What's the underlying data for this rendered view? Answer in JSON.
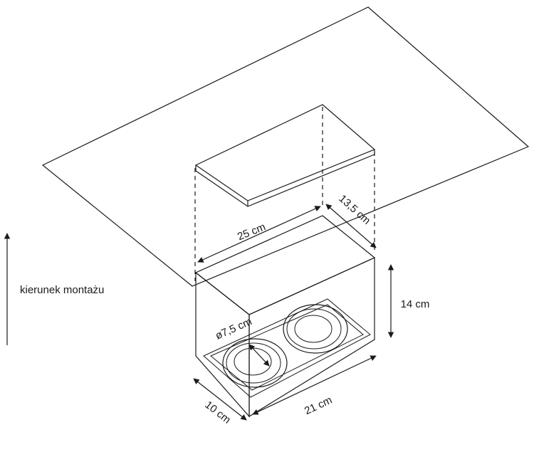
{
  "dimensions": {
    "width_label": "25 cm",
    "depth_label": "13,5 cm",
    "height_label": "14 cm",
    "diameter_label": "ø7,5 cm",
    "bottom_depth_label": "10 cm",
    "bottom_width_label": "21 cm"
  },
  "mounting_direction_label": "kierunek montażu"
}
